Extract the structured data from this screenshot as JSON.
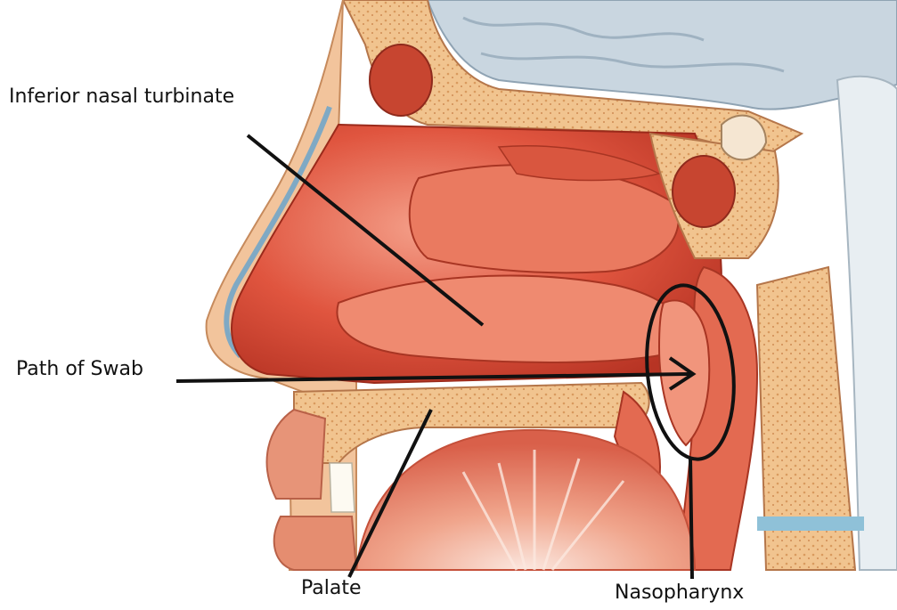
{
  "labels": {
    "turbinate": "Inferior nasal turbinate",
    "swab_path": "Path of Swab",
    "palate": "Palate",
    "nasopharynx": "Nasopharynx"
  },
  "colors": {
    "tissue_base": "#e0553f",
    "tissue_light": "#f2917a",
    "tissue_dark": "#b73424",
    "bone": "#f1c48f",
    "bone_dots": "#d99a5e",
    "brain": "#c9d6e0",
    "pointer": "#111111"
  }
}
